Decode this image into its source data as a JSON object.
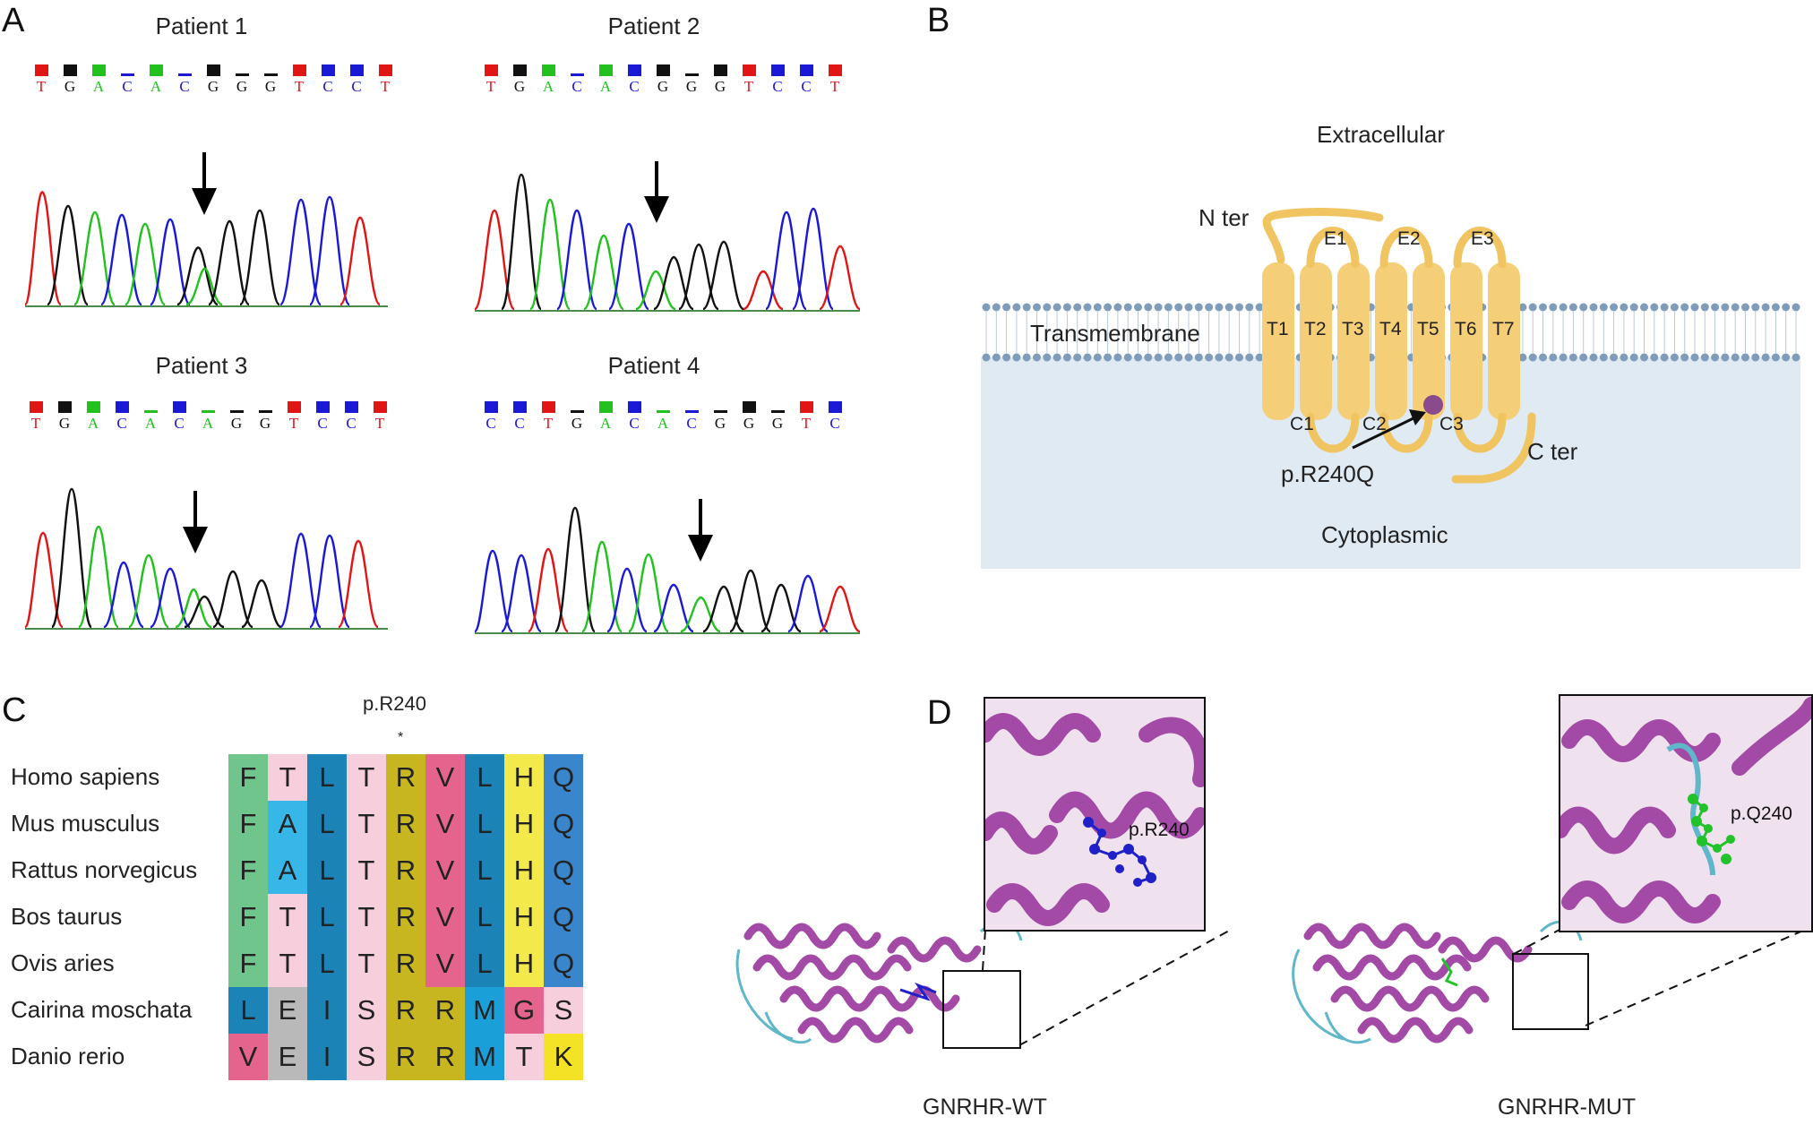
{
  "panel_letters": {
    "a": "A",
    "b": "B",
    "c": "C",
    "d": "D"
  },
  "panel_a": {
    "patients": [
      {
        "title": "Patient 1",
        "bases": [
          "T",
          "G",
          "A",
          "C",
          "A",
          "C",
          "G",
          "G",
          "G",
          "T",
          "C",
          "C",
          "T"
        ],
        "truncated": false
      },
      {
        "title": "Patient 2",
        "bases": [
          "T",
          "G",
          "A",
          "C",
          "A",
          "C",
          "G",
          "G",
          "G",
          "T",
          "C",
          "C",
          "T"
        ],
        "truncated": true
      },
      {
        "title": "Patient 3",
        "bases": [
          "T",
          "G",
          "A",
          "C",
          "A",
          "C",
          "A",
          "G",
          "G",
          "T",
          "C",
          "C",
          "T"
        ],
        "truncated": false
      },
      {
        "title": "Patient 4",
        "bases": [
          "C",
          "C",
          "T",
          "G",
          "A",
          "C",
          "A",
          "C",
          "G",
          "G",
          "G",
          "T",
          "C"
        ],
        "truncated": false
      }
    ],
    "base_colors": {
      "A": "#22c21e",
      "C": "#1a1ad6",
      "G": "#111111",
      "T": "#e01515"
    }
  },
  "panel_b": {
    "extracellular": "Extracellular",
    "transmembrane": "Transmembrane",
    "cytoplasmic": "Cytoplasmic",
    "n_ter": "N ter",
    "c_ter": "C ter",
    "helices": [
      "T1",
      "T2",
      "T3",
      "T4",
      "T5",
      "T6",
      "T7"
    ],
    "extracellular_loops": [
      "E1",
      "E2",
      "E3"
    ],
    "intracellular_loops": [
      "C1",
      "C2",
      "C3"
    ],
    "mutation": "p.R240Q",
    "colors": {
      "helix": "#f5cf78",
      "cytoplasm": "#dfeaf3",
      "lipid": "#7f9dbb",
      "mutation": "#8a4a8c"
    }
  },
  "panel_c": {
    "position_label": "p.R240",
    "marker": "*",
    "species": [
      "Homo sapiens",
      "Mus musculus",
      "Rattus norvegicus",
      "Bos taurus",
      "Ovis aries",
      "Cairina moschata",
      "Danio rerio"
    ],
    "alignment": [
      [
        "F",
        "T",
        "L",
        "T",
        "R",
        "V",
        "L",
        "H",
        "Q"
      ],
      [
        "F",
        "A",
        "L",
        "T",
        "R",
        "V",
        "L",
        "H",
        "Q"
      ],
      [
        "F",
        "A",
        "L",
        "T",
        "R",
        "V",
        "L",
        "H",
        "Q"
      ],
      [
        "F",
        "T",
        "L",
        "T",
        "R",
        "V",
        "L",
        "H",
        "Q"
      ],
      [
        "F",
        "T",
        "L",
        "T",
        "R",
        "V",
        "L",
        "H",
        "Q"
      ],
      [
        "L",
        "E",
        "I",
        "S",
        "R",
        "R",
        "M",
        "G",
        "S"
      ],
      [
        "V",
        "E",
        "I",
        "S",
        "R",
        "R",
        "M",
        "T",
        "K"
      ]
    ],
    "residue_colors": {
      "F": "#6fc58b",
      "L": "#1b83b6",
      "T": "#f7cfdc",
      "A": "#37b6e8",
      "R": "#c8b620",
      "V": "#e4648e",
      "H": "#f4e94a",
      "Q": "#3a86cc",
      "E": "#b9b9b9",
      "I": "#1b83b6",
      "S": "#f7cfdc",
      "M": "#1b9fd8",
      "G": "#e4648e",
      "K": "#f4e226"
    }
  },
  "panel_d": {
    "wt_label": "p.R240",
    "mut_label": "p.Q240",
    "wt_caption": "GNRHR-WT",
    "mut_caption": "GNRHR-MUT",
    "colors": {
      "helix": "#a24aa6",
      "wt_residue": "#2020c8",
      "mut_residue": "#22c22a",
      "loop": "#5fb7c9"
    }
  }
}
